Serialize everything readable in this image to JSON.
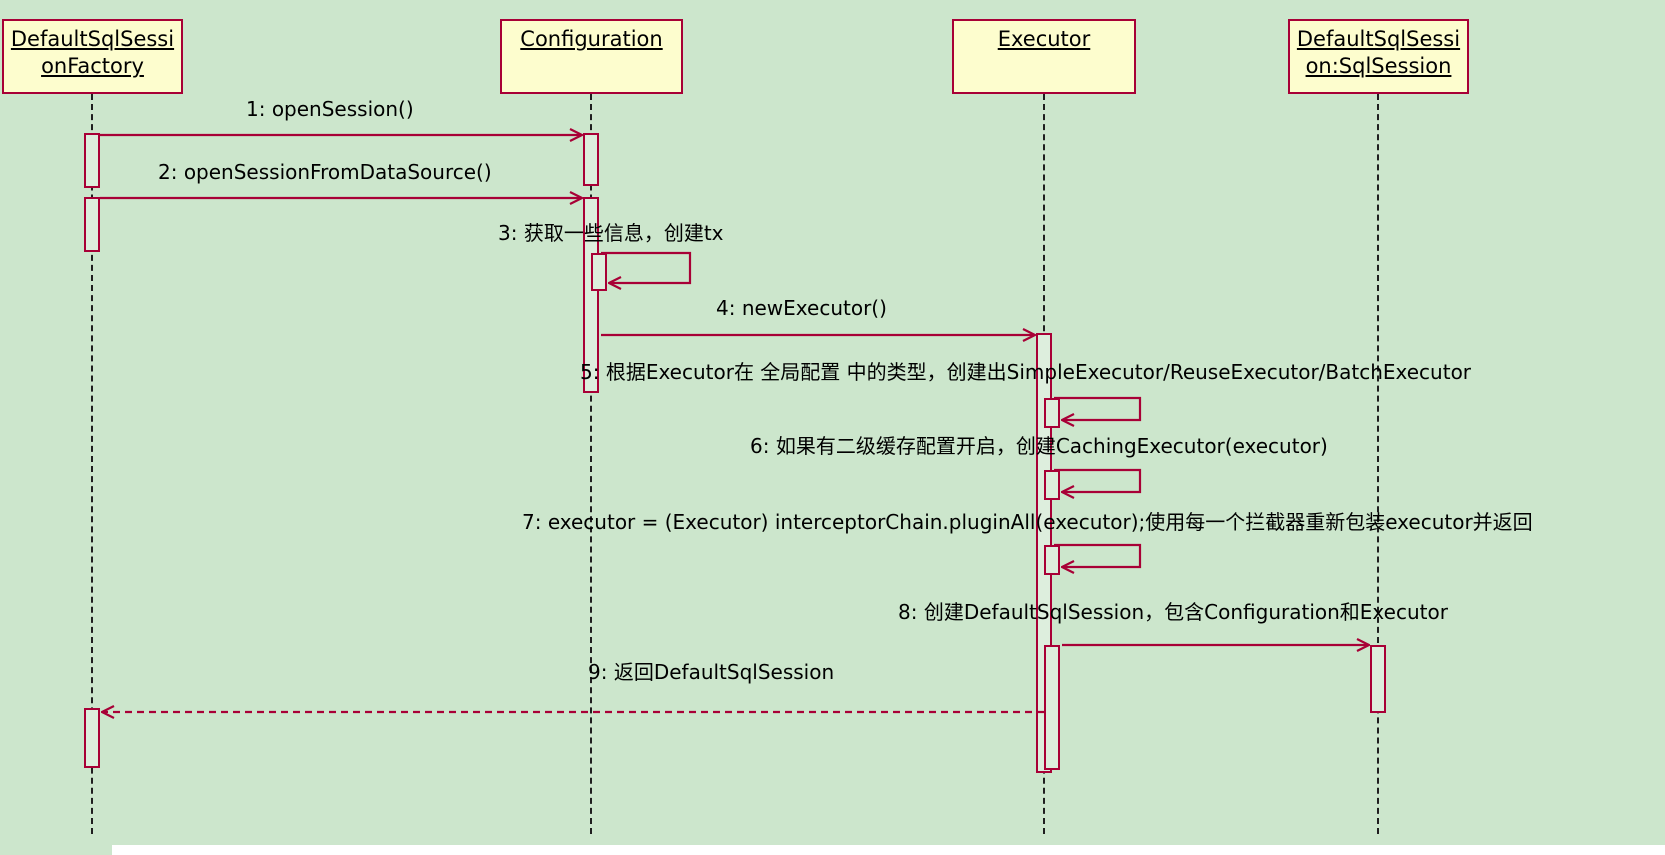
{
  "diagram": {
    "type": "uml-sequence",
    "background_color": "#cce6cc",
    "accent_color": "#A80036",
    "participant_fill": "#FDFDCE",
    "participants": [
      {
        "label": "DefaultSqlSessionFactory"
      },
      {
        "label": "Configuration"
      },
      {
        "label": "Executor"
      },
      {
        "label": "DefaultSqlSession:SqlSession"
      }
    ],
    "messages": [
      {
        "label": "1: openSession()",
        "from": "DefaultSqlSessionFactory",
        "to": "Configuration",
        "style": "solid"
      },
      {
        "label": "2: openSessionFromDataSource()",
        "from": "DefaultSqlSessionFactory",
        "to": "Configuration",
        "style": "solid"
      },
      {
        "label": "3: 获取一些信息，创建tx",
        "from": "Configuration",
        "to": "Configuration",
        "style": "self"
      },
      {
        "label": "4: newExecutor()",
        "from": "Configuration",
        "to": "Executor",
        "style": "solid"
      },
      {
        "label": "5: 根据Executor在 全局配置 中的类型，创建出SimpleExecutor/ReuseExecutor/BatchExecutor",
        "from": "Executor",
        "to": "Executor",
        "style": "self"
      },
      {
        "label": "6: 如果有二级缓存配置开启，创建CachingExecutor(executor)",
        "from": "Executor",
        "to": "Executor",
        "style": "self"
      },
      {
        "label": "7: executor = (Executor) interceptorChain.pluginAll(executor);使用每一个拦截器重新包装executor并返回",
        "from": "Executor",
        "to": "Executor",
        "style": "self"
      },
      {
        "label": "8: 创建DefaultSqlSession，包含Configuration和Executor",
        "from": "Executor",
        "to": "DefaultSqlSession:SqlSession",
        "style": "solid"
      },
      {
        "label": "9: 返回DefaultSqlSession",
        "from": "Executor",
        "to": "DefaultSqlSessionFactory",
        "style": "return-dashed"
      }
    ]
  }
}
